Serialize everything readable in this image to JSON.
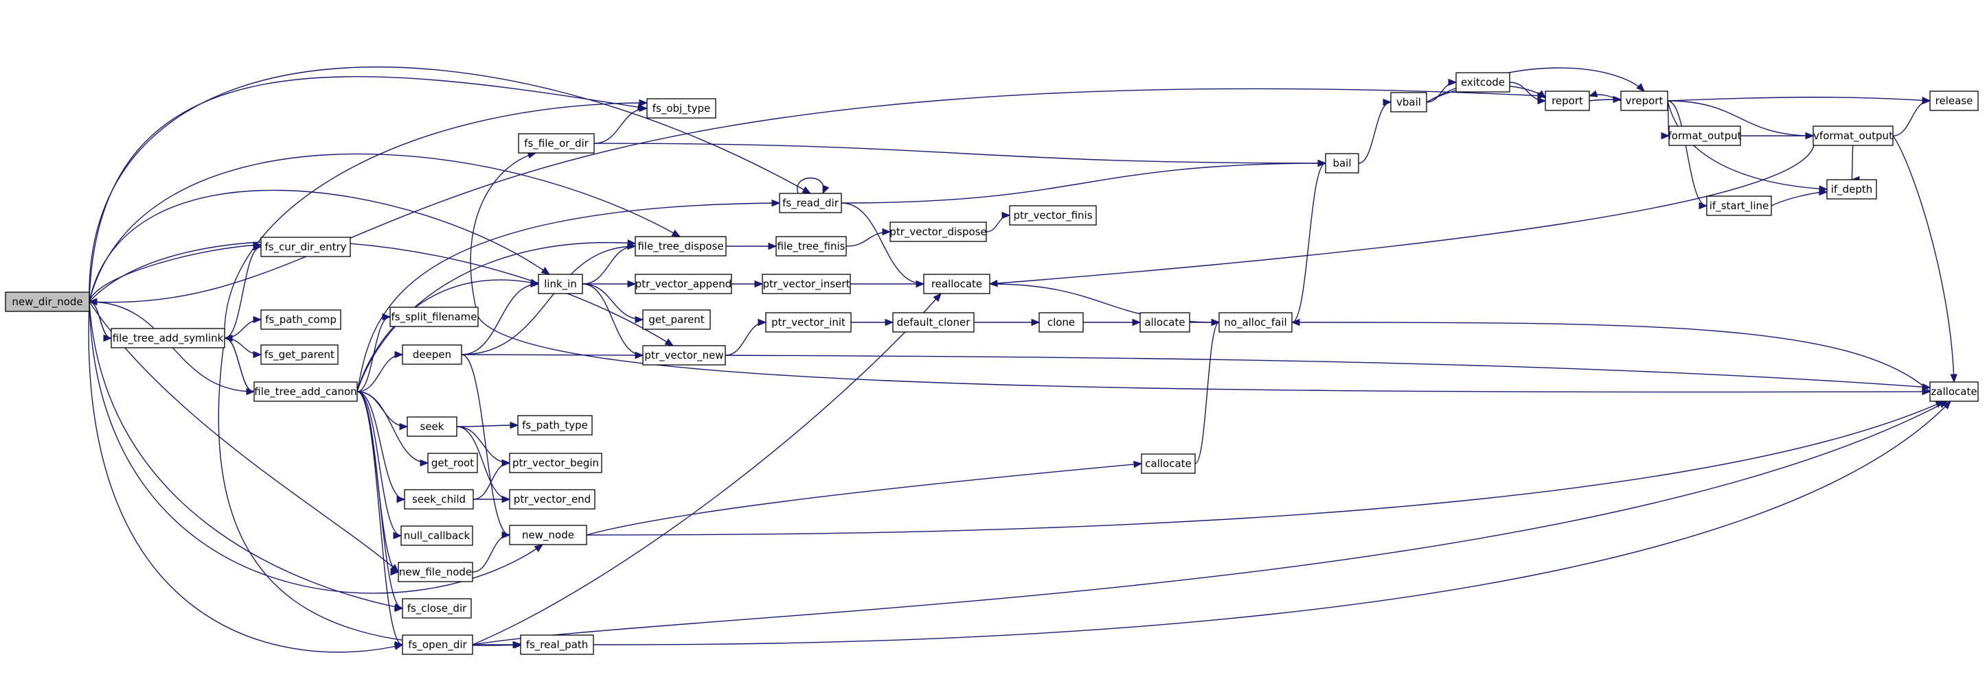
{
  "graph": {
    "root": "new_dir_node",
    "colors": {
      "edge": "#191970",
      "root_fill": "#bfbfbf",
      "node_fill": "#ffffff"
    },
    "nodes": [
      {
        "id": "new_dir_node",
        "label": "new_dir_node"
      },
      {
        "id": "file_tree_add_symlink",
        "label": "file_tree_add_symlink"
      },
      {
        "id": "file_tree_add_canon",
        "label": "file_tree_add_canon"
      },
      {
        "id": "fs_cur_dir_entry",
        "label": "fs_cur_dir_entry"
      },
      {
        "id": "fs_path_comp",
        "label": "fs_path_comp"
      },
      {
        "id": "fs_get_parent",
        "label": "fs_get_parent"
      },
      {
        "id": "fs_file_or_dir",
        "label": "fs_file_or_dir"
      },
      {
        "id": "fs_split_filename",
        "label": "fs_split_filename"
      },
      {
        "id": "deepen",
        "label": "deepen"
      },
      {
        "id": "seek",
        "label": "seek"
      },
      {
        "id": "get_root",
        "label": "get_root"
      },
      {
        "id": "seek_child",
        "label": "seek_child"
      },
      {
        "id": "null_callback",
        "label": "null_callback"
      },
      {
        "id": "new_file_node",
        "label": "new_file_node"
      },
      {
        "id": "fs_close_dir",
        "label": "fs_close_dir"
      },
      {
        "id": "fs_open_dir",
        "label": "fs_open_dir"
      },
      {
        "id": "fs_obj_type",
        "label": "fs_obj_type"
      },
      {
        "id": "file_tree_dispose",
        "label": "file_tree_dispose"
      },
      {
        "id": "link_in",
        "label": "link_in"
      },
      {
        "id": "get_parent",
        "label": "get_parent"
      },
      {
        "id": "ptr_vector_new",
        "label": "ptr_vector_new"
      },
      {
        "id": "fs_path_type",
        "label": "fs_path_type"
      },
      {
        "id": "ptr_vector_begin",
        "label": "ptr_vector_begin"
      },
      {
        "id": "ptr_vector_end",
        "label": "ptr_vector_end"
      },
      {
        "id": "new_node",
        "label": "new_node"
      },
      {
        "id": "fs_real_path",
        "label": "fs_real_path"
      },
      {
        "id": "fs_read_dir",
        "label": "fs_read_dir"
      },
      {
        "id": "file_tree_finis",
        "label": "file_tree_finis"
      },
      {
        "id": "ptr_vector_append",
        "label": "ptr_vector_append"
      },
      {
        "id": "ptr_vector_insert",
        "label": "ptr_vector_insert"
      },
      {
        "id": "ptr_vector_init",
        "label": "ptr_vector_init"
      },
      {
        "id": "ptr_vector_dispose",
        "label": "ptr_vector_dispose"
      },
      {
        "id": "ptr_vector_finis",
        "label": "ptr_vector_finis"
      },
      {
        "id": "default_cloner",
        "label": "default_cloner"
      },
      {
        "id": "reallocate",
        "label": "reallocate"
      },
      {
        "id": "clone",
        "label": "clone"
      },
      {
        "id": "allocate",
        "label": "allocate"
      },
      {
        "id": "callocate",
        "label": "callocate"
      },
      {
        "id": "no_alloc_fail",
        "label": "no_alloc_fail"
      },
      {
        "id": "bail",
        "label": "bail"
      },
      {
        "id": "vbail",
        "label": "vbail"
      },
      {
        "id": "exitcode",
        "label": "exitcode"
      },
      {
        "id": "report",
        "label": "report"
      },
      {
        "id": "vreport",
        "label": "vreport"
      },
      {
        "id": "format_output",
        "label": "format_output"
      },
      {
        "id": "vformat_output",
        "label": "vformat_output"
      },
      {
        "id": "if_start_line",
        "label": "if_start_line"
      },
      {
        "id": "if_depth",
        "label": "if_depth"
      },
      {
        "id": "release",
        "label": "release"
      },
      {
        "id": "zallocate",
        "label": "zallocate"
      }
    ],
    "edges": [
      [
        "new_dir_node",
        "file_tree_add_symlink"
      ],
      [
        "new_dir_node",
        "fs_cur_dir_entry"
      ],
      [
        "new_dir_node",
        "fs_obj_type"
      ],
      [
        "new_dir_node",
        "fs_read_dir"
      ],
      [
        "new_dir_node",
        "file_tree_dispose"
      ],
      [
        "new_dir_node",
        "link_in"
      ],
      [
        "new_dir_node",
        "ptr_vector_new"
      ],
      [
        "new_dir_node",
        "new_file_node"
      ],
      [
        "new_dir_node",
        "fs_close_dir"
      ],
      [
        "new_dir_node",
        "fs_open_dir"
      ],
      [
        "new_dir_node",
        "report"
      ],
      [
        "new_dir_node",
        "new_node"
      ],
      [
        "file_tree_add_symlink",
        "new_dir_node"
      ],
      [
        "file_tree_add_symlink",
        "fs_cur_dir_entry"
      ],
      [
        "file_tree_add_symlink",
        "fs_path_comp"
      ],
      [
        "file_tree_add_symlink",
        "fs_get_parent"
      ],
      [
        "file_tree_add_symlink",
        "file_tree_add_canon"
      ],
      [
        "file_tree_add_symlink",
        "fs_real_path"
      ],
      [
        "file_tree_add_symlink",
        "fs_obj_type"
      ],
      [
        "file_tree_add_canon",
        "new_dir_node"
      ],
      [
        "file_tree_add_canon",
        "file_tree_add_symlink"
      ],
      [
        "file_tree_add_canon",
        "fs_split_filename"
      ],
      [
        "file_tree_add_canon",
        "deepen"
      ],
      [
        "file_tree_add_canon",
        "seek"
      ],
      [
        "file_tree_add_canon",
        "get_root"
      ],
      [
        "file_tree_add_canon",
        "seek_child"
      ],
      [
        "file_tree_add_canon",
        "null_callback"
      ],
      [
        "file_tree_add_canon",
        "new_file_node"
      ],
      [
        "file_tree_add_canon",
        "fs_close_dir"
      ],
      [
        "file_tree_add_canon",
        "fs_open_dir"
      ],
      [
        "file_tree_add_canon",
        "link_in"
      ],
      [
        "file_tree_add_canon",
        "file_tree_dispose"
      ],
      [
        "file_tree_add_canon",
        "fs_read_dir"
      ],
      [
        "fs_file_or_dir",
        "fs_obj_type"
      ],
      [
        "fs_file_or_dir",
        "bail"
      ],
      [
        "fs_split_filename",
        "fs_file_or_dir"
      ],
      [
        "fs_split_filename",
        "zallocate"
      ],
      [
        "deepen",
        "link_in"
      ],
      [
        "deepen",
        "file_tree_dispose"
      ],
      [
        "deepen",
        "ptr_vector_new"
      ],
      [
        "deepen",
        "new_node"
      ],
      [
        "seek",
        "fs_path_type"
      ],
      [
        "seek",
        "ptr_vector_begin"
      ],
      [
        "seek",
        "ptr_vector_end"
      ],
      [
        "seek_child",
        "ptr_vector_begin"
      ],
      [
        "seek_child",
        "ptr_vector_end"
      ],
      [
        "new_file_node",
        "new_node"
      ],
      [
        "fs_open_dir",
        "fs_real_path"
      ],
      [
        "fs_open_dir",
        "reallocate"
      ],
      [
        "fs_open_dir",
        "zallocate"
      ],
      [
        "fs_real_path",
        "zallocate"
      ],
      [
        "link_in",
        "file_tree_dispose"
      ],
      [
        "link_in",
        "ptr_vector_append"
      ],
      [
        "link_in",
        "get_parent"
      ],
      [
        "link_in",
        "ptr_vector_new"
      ],
      [
        "file_tree_dispose",
        "file_tree_finis"
      ],
      [
        "file_tree_finis",
        "ptr_vector_dispose"
      ],
      [
        "ptr_vector_dispose",
        "ptr_vector_finis"
      ],
      [
        "ptr_vector_append",
        "ptr_vector_insert"
      ],
      [
        "ptr_vector_insert",
        "reallocate"
      ],
      [
        "ptr_vector_new",
        "ptr_vector_init"
      ],
      [
        "ptr_vector_new",
        "zallocate"
      ],
      [
        "ptr_vector_init",
        "default_cloner"
      ],
      [
        "default_cloner",
        "clone"
      ],
      [
        "clone",
        "allocate"
      ],
      [
        "allocate",
        "no_alloc_fail"
      ],
      [
        "fs_read_dir",
        "fs_read_dir"
      ],
      [
        "fs_read_dir",
        "bail"
      ],
      [
        "fs_read_dir",
        "reallocate"
      ],
      [
        "reallocate",
        "no_alloc_fail"
      ],
      [
        "new_node",
        "callocate"
      ],
      [
        "new_node",
        "zallocate"
      ],
      [
        "callocate",
        "no_alloc_fail"
      ],
      [
        "no_alloc_fail",
        "bail"
      ],
      [
        "bail",
        "vbail"
      ],
      [
        "vbail",
        "exitcode"
      ],
      [
        "vbail",
        "report"
      ],
      [
        "vbail",
        "vreport"
      ],
      [
        "exitcode",
        "report"
      ],
      [
        "report",
        "vreport"
      ],
      [
        "vreport",
        "report"
      ],
      [
        "vreport",
        "format_output"
      ],
      [
        "vreport",
        "vformat_output"
      ],
      [
        "vreport",
        "if_start_line"
      ],
      [
        "vreport",
        "if_depth"
      ],
      [
        "vreport",
        "release"
      ],
      [
        "format_output",
        "vformat_output"
      ],
      [
        "vformat_output",
        "release"
      ],
      [
        "vformat_output",
        "if_depth"
      ],
      [
        "vformat_output",
        "zallocate"
      ],
      [
        "vformat_output",
        "reallocate"
      ],
      [
        "if_start_line",
        "if_depth"
      ],
      [
        "zallocate",
        "no_alloc_fail"
      ]
    ]
  }
}
